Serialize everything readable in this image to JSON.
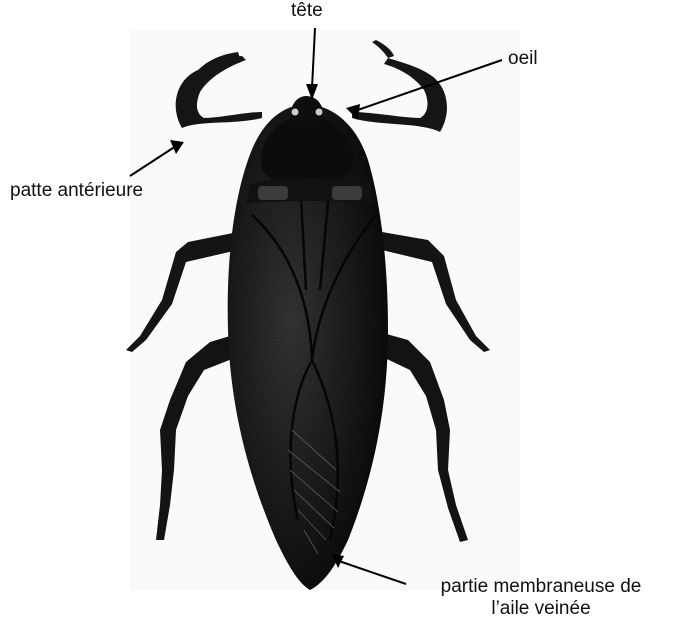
{
  "labels": {
    "head": "tête",
    "eye": "oeil",
    "front_leg": "patte antérieure",
    "wing_membrane_line1": "partie membraneuse de",
    "wing_membrane_line2": "l’aile veinée"
  }
}
